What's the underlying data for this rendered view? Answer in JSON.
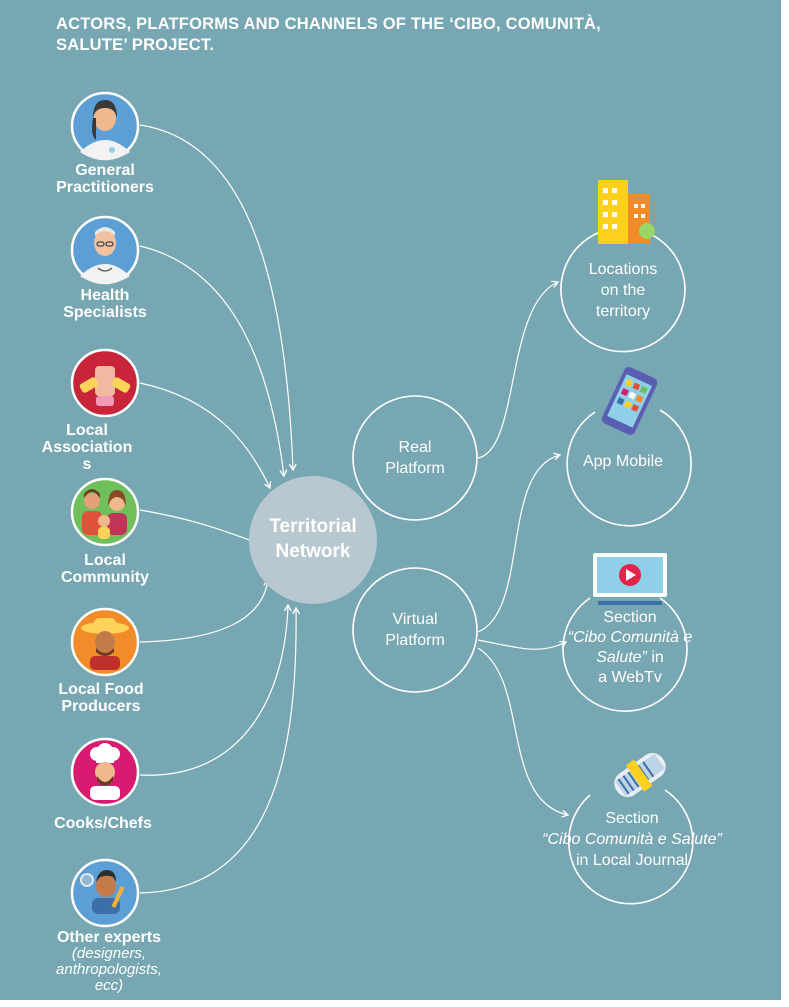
{
  "title": {
    "line1": "ACTORS, PLATFORMS AND CHANNELS OF THE ‘CIBO, COMUNITÀ,",
    "line2": "SALUTE’ PROJECT."
  },
  "actors": [
    {
      "icon": "doctor-icon",
      "lines": [
        "General",
        "Practitioners"
      ]
    },
    {
      "icon": "health-specialist-icon",
      "lines": [
        "Health",
        "Specialists"
      ]
    },
    {
      "icon": "hands-association-icon",
      "lines": [
        "Local",
        "Association",
        "s"
      ]
    },
    {
      "icon": "family-community-icon",
      "lines": [
        "Local",
        "Community"
      ]
    },
    {
      "icon": "farmer-producer-icon",
      "lines": [
        "Local Food",
        "Producers"
      ]
    },
    {
      "icon": "chef-icon",
      "lines": [
        "Cooks/Chefs"
      ]
    },
    {
      "icon": "designer-expert-icon",
      "lines": [
        "Other experts"
      ],
      "sub_lines": [
        "(designers,",
        "anthropologists,",
        "ecc)"
      ]
    }
  ],
  "hub": {
    "lines": [
      "Territorial",
      "Network"
    ]
  },
  "platforms": {
    "real": {
      "lines": [
        "Real",
        "Platform"
      ]
    },
    "virtual": {
      "lines": [
        "Virtual",
        "Platform"
      ]
    }
  },
  "channels": {
    "locations": {
      "icon": "buildings-icon",
      "lines": [
        "Locations",
        "on the",
        "territory"
      ]
    },
    "app": {
      "icon": "smartphone-icon",
      "lines": [
        "App Mobile"
      ]
    },
    "webtv": {
      "icon": "tv-play-icon",
      "line1": "Section",
      "italic_lines": [
        "“Cibo Comunità e",
        "Salute”"
      ],
      "tail_lines": [
        " in",
        "a WebTv"
      ]
    },
    "journal": {
      "icon": "newspaper-icon",
      "line1": "Section",
      "italic_line": "“Cibo Comunità e Salute”",
      "tail_line": "in Local Journal"
    }
  },
  "colors": {
    "background": "#77a7b3",
    "hub_fill": "#b8c8d0",
    "lines": "#ffffff"
  }
}
